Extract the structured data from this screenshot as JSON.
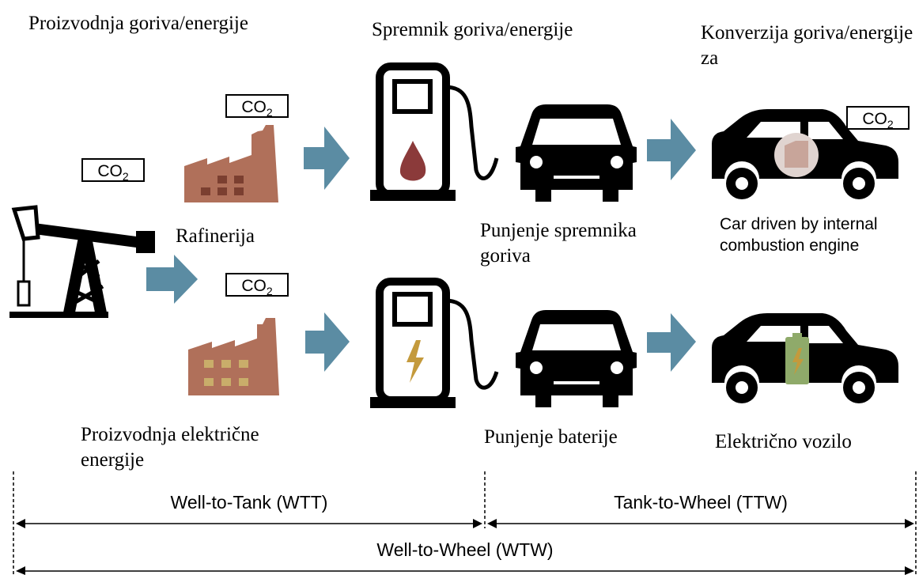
{
  "labels": {
    "fuel_energy_production": "Proizvodnja goriva/energije",
    "fuel_energy_storage": "Spremnik goriva/energije",
    "fuel_energy_conversion": "Konverzija goriva/energije za",
    "refinery": "Rafinerija",
    "fuel_tank_filling": "Punjenje spremnika goriva",
    "ice_car": "Car driven by internal combustion engine",
    "electricity_production": "Proizvodnja električne energije",
    "battery_charging": "Punjenje baterije",
    "electric_vehicle": "Električno vozilo"
  },
  "co2": {
    "prefix": "CO",
    "subscript": "2"
  },
  "spans": {
    "wtt": "Well-to-Tank (WTT)",
    "ttw": "Tank-to-Wheel (TTW)",
    "wtw": "Well-to-Wheel (WTW)"
  },
  "colors": {
    "arrow_fill": "#5b8ca3",
    "factory_top": "#b0705a",
    "factory_bottom": "#b0705a",
    "fuel_drop": "#8b3a3a",
    "lightning": "#c49a3c",
    "jerrycan": "#c8a59a",
    "battery": "#8faa6a"
  },
  "icons": [
    "oil-pump-icon",
    "factory-icon",
    "fuel-pump-icon",
    "car-icon",
    "jerrycan-icon",
    "battery-icon",
    "lightning-icon",
    "fuel-drop-icon"
  ]
}
